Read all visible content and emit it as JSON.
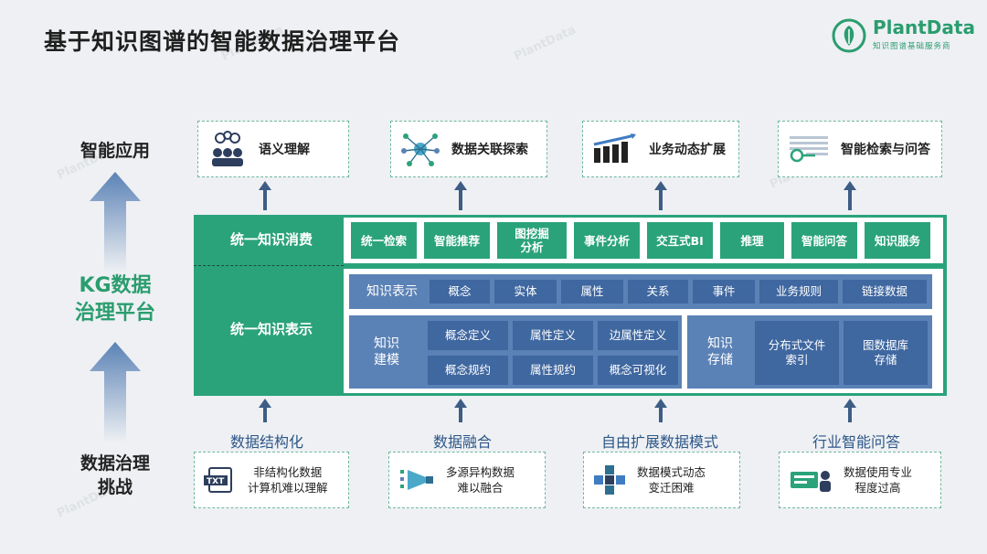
{
  "title": "基于知识图谱的智能数据治理平台",
  "logo": {
    "name": "PlantData",
    "subtitle": "知识图谱基础服务商"
  },
  "left": {
    "top_label": "智能应用",
    "platform_label": "KG数据治理平台",
    "platform_line1": "KG数据",
    "platform_line2": "治理平台",
    "bottom_line1": "数据治理",
    "bottom_line2": "挑战"
  },
  "applications": [
    {
      "label": "语义理解",
      "icon": "people-lightbulb-icon"
    },
    {
      "label": "数据关联探索",
      "icon": "network-icon"
    },
    {
      "label": "业务动态扩展",
      "icon": "bar-growth-icon"
    },
    {
      "label": "智能检索与问答",
      "icon": "search-key-icon"
    }
  ],
  "consumption": {
    "label": "统一知识消费",
    "items": [
      "统一检索",
      "智能推荐",
      "图挖掘分析",
      "事件分析",
      "交互式BI",
      "推理",
      "智能问答",
      "知识服务"
    ],
    "item3_line1": "图挖掘",
    "item3_line2": "分析"
  },
  "representation": {
    "label": "统一知识表示",
    "row_title": "知识表示",
    "row_items": [
      "概念",
      "实体",
      "属性",
      "关系",
      "事件",
      "业务规则",
      "链接数据"
    ],
    "modeling": {
      "title_line1": "知识",
      "title_line2": "建模",
      "items": [
        "概念定义",
        "属性定义",
        "边属性定义",
        "概念规约",
        "属性规约",
        "概念可视化"
      ]
    },
    "storage": {
      "title_line1": "知识",
      "title_line2": "存储",
      "item1_line1": "分布式文件",
      "item1_line2": "索引",
      "item2_line1": "图数据库",
      "item2_line2": "存储"
    }
  },
  "challenges": [
    {
      "title": "数据结构化",
      "line1": "非结构化数据",
      "line2": "计算机难以理解",
      "icon": "txt-file-icon"
    },
    {
      "title": "数据融合",
      "line1": "多源异构数据",
      "line2": "难以融合",
      "icon": "funnel-merge-icon"
    },
    {
      "title": "自由扩展数据模式",
      "line1": "数据模式动态",
      "line2": "变迁困难",
      "icon": "cube-cluster-icon"
    },
    {
      "title": "行业智能问答",
      "line1": "数据使用专业",
      "line2": "程度过高",
      "icon": "qa-person-icon"
    }
  ],
  "colors": {
    "green": "#2aa37a",
    "blue_panel": "#5b82b6",
    "blue_button": "#3f67a0",
    "arrow": "#3d5d85",
    "brand": "#2a9d6f"
  }
}
